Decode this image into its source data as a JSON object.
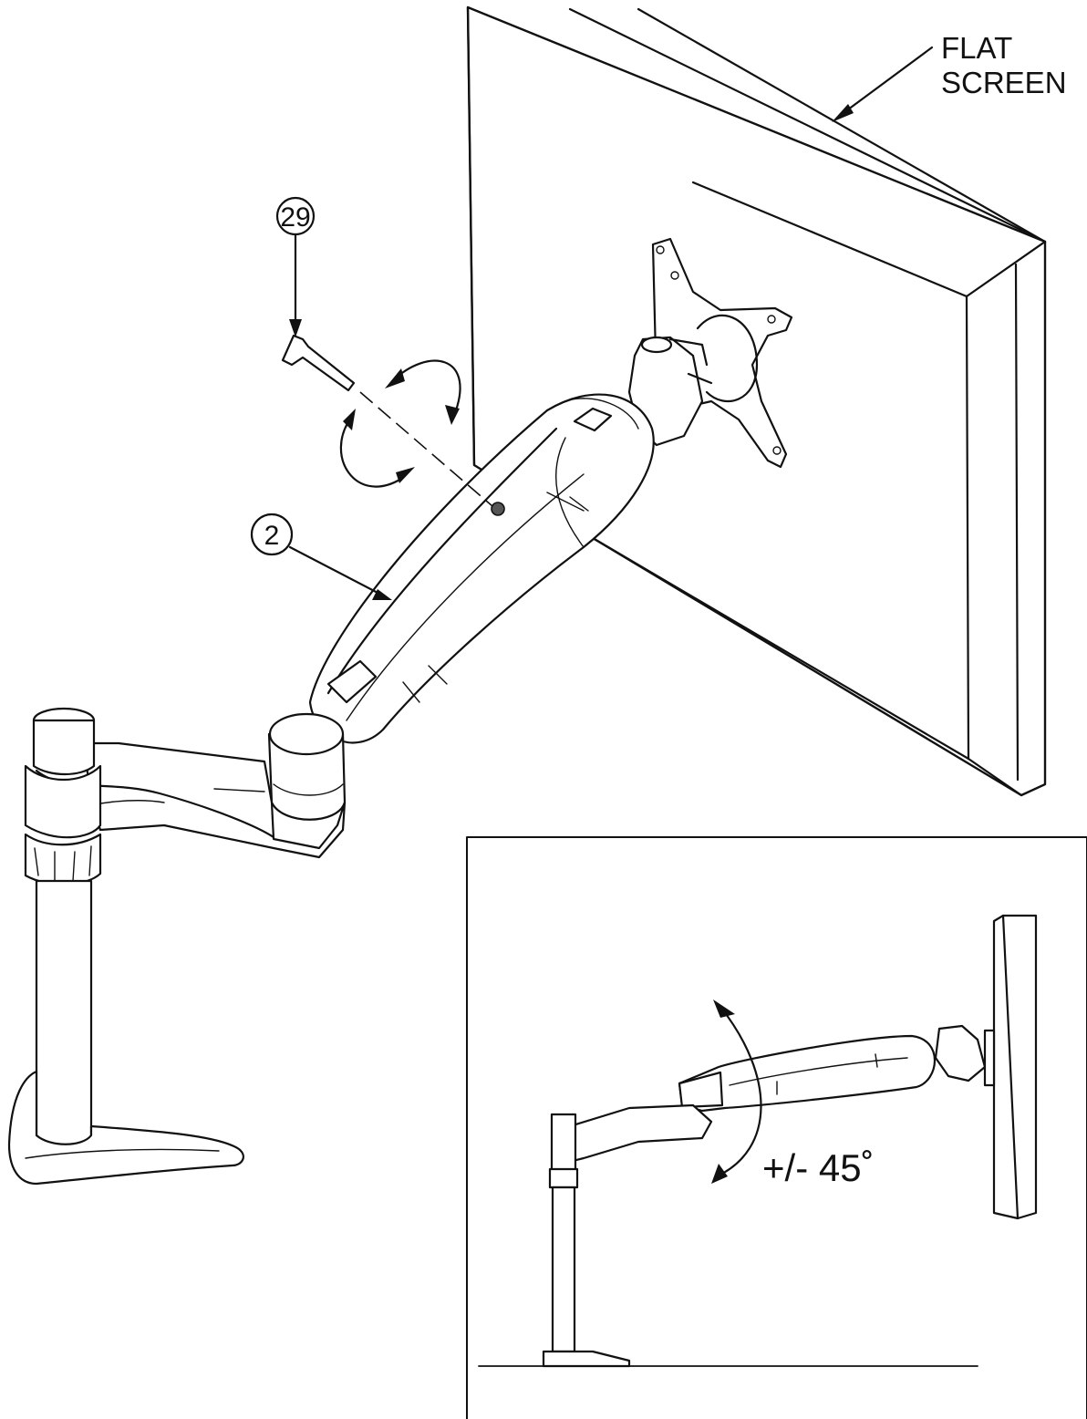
{
  "labels": {
    "flat_screen_line1": "FLAT",
    "flat_screen_line2": "SCREEN",
    "callout_allen_key": "29",
    "callout_arm": "2",
    "tilt_angle": "+/- 45˚"
  },
  "colors": {
    "ink": "#111111",
    "paper": "#ffffff"
  },
  "icons": {
    "allen-key": "hex-key",
    "rotation-arrows": "circular-double-arrow",
    "tilt-arc": "curved-double-arrow"
  }
}
